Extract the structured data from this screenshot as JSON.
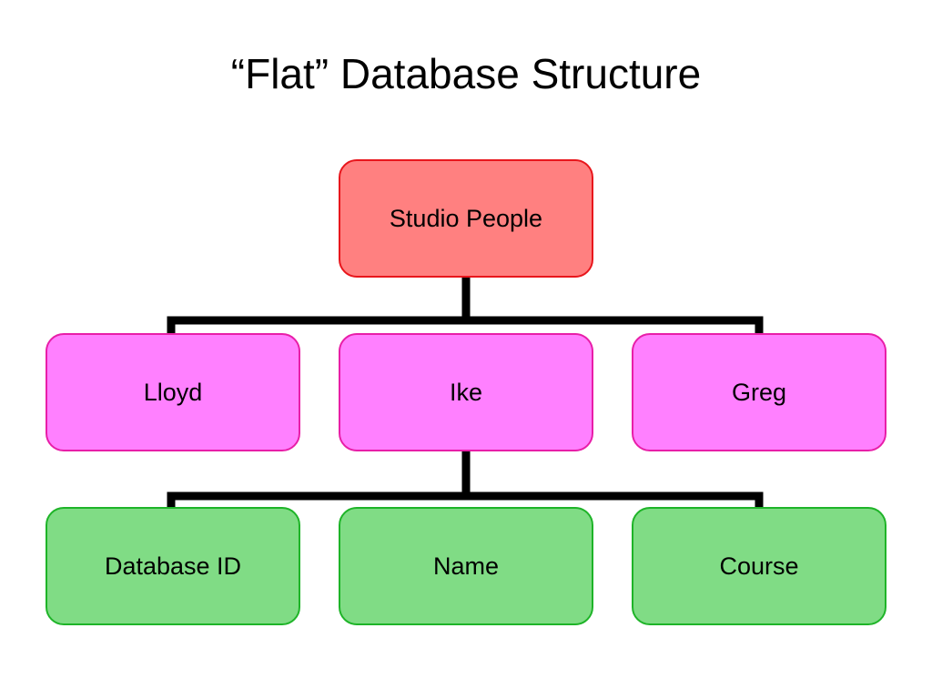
{
  "title": "“Flat” Database Structure",
  "colors": {
    "root_fill": "#ff8080",
    "root_border": "#e8161c",
    "person_fill": "#ff80ff",
    "person_border": "#e81ea8",
    "field_fill": "#80dc85",
    "field_border": "#1eb428",
    "connector": "#000000"
  },
  "diagram": {
    "root": {
      "label": "Studio People"
    },
    "people": [
      {
        "label": "Lloyd"
      },
      {
        "label": "Ike"
      },
      {
        "label": "Greg"
      }
    ],
    "fields": [
      {
        "label": "Database ID"
      },
      {
        "label": "Name"
      },
      {
        "label": "Course"
      }
    ]
  }
}
